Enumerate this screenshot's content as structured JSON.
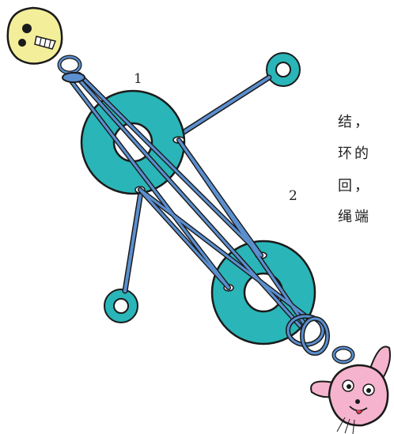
{
  "labels": {
    "ring_1": "1",
    "ring_2": "2"
  },
  "side_text": [
    "结，",
    "环的",
    "回，",
    "绳端"
  ],
  "colors": {
    "ring": "#2ab5b8",
    "cord": "#5b8fcf",
    "skull": "#f3ee9a",
    "rabbit": "#f6b3cd",
    "outline": "#1a1a1a"
  },
  "icons": {
    "top_charm": "skull-icon",
    "bottom_charm": "rabbit-face-icon"
  }
}
